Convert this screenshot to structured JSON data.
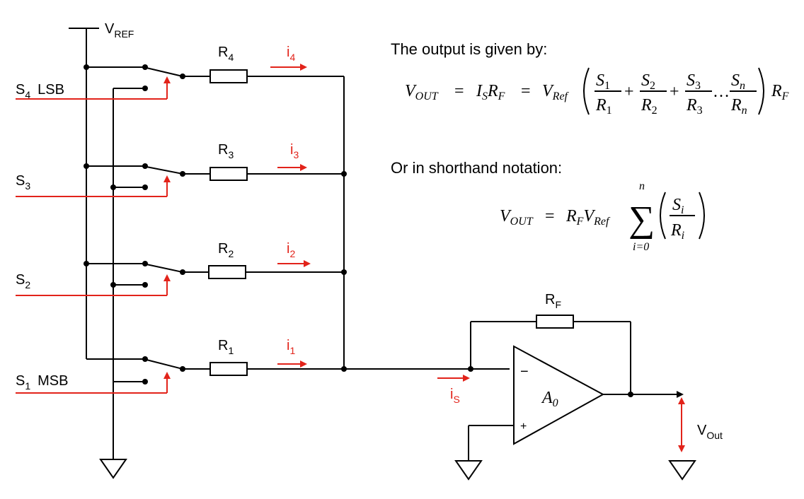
{
  "supply": {
    "label": "V",
    "sub": "REF"
  },
  "switches": [
    {
      "label": "S",
      "sub": "4",
      "bit": "LSB"
    },
    {
      "label": "S",
      "sub": "3",
      "bit": ""
    },
    {
      "label": "S",
      "sub": "2",
      "bit": ""
    },
    {
      "label": "S",
      "sub": "1",
      "bit": "MSB"
    }
  ],
  "resistors": [
    {
      "label": "R",
      "sub": "4"
    },
    {
      "label": "R",
      "sub": "3"
    },
    {
      "label": "R",
      "sub": "2"
    },
    {
      "label": "R",
      "sub": "1"
    }
  ],
  "currents": [
    {
      "label": "i",
      "sub": "4"
    },
    {
      "label": "i",
      "sub": "3"
    },
    {
      "label": "i",
      "sub": "2"
    },
    {
      "label": "i",
      "sub": "1"
    }
  ],
  "feedback": {
    "label": "R",
    "sub": "F"
  },
  "sum_current": {
    "label": "i",
    "sub": "S"
  },
  "opamp": {
    "gain_label": "A",
    "gain_sub": "0",
    "minus": "−",
    "plus": "+"
  },
  "output": {
    "label": "V",
    "sub": "Out"
  },
  "equations": {
    "intro": "The output is given by:",
    "eq1": {
      "lhs": "V",
      "lhs_sub": "OUT",
      "eq": "=",
      "is": "I",
      "is_sub": "S",
      "rf": "R",
      "rf_sub": "F",
      "vref": "V",
      "vref_sub": "Ref",
      "terms": [
        {
          "num": "S",
          "num_sub": "1",
          "den": "R",
          "den_sub": "1"
        },
        {
          "num": "S",
          "num_sub": "2",
          "den": "R",
          "den_sub": "2"
        },
        {
          "num": "S",
          "num_sub": "3",
          "den": "R",
          "den_sub": "3"
        },
        {
          "num": "S",
          "num_sub": "n",
          "den": "R",
          "den_sub": "n"
        }
      ],
      "plus": "+",
      "ellipsis": "…"
    },
    "shorthand_intro": "Or in shorthand notation:",
    "eq2": {
      "lhs": "V",
      "lhs_sub": "OUT",
      "eq": "=",
      "rf": "R",
      "rf_sub": "F",
      "vref": "V",
      "vref_sub": "Ref",
      "sigma": "∑",
      "upper": "n",
      "lower": "i=0",
      "num": "S",
      "num_sub": "i",
      "den": "R",
      "den_sub": "i"
    }
  }
}
